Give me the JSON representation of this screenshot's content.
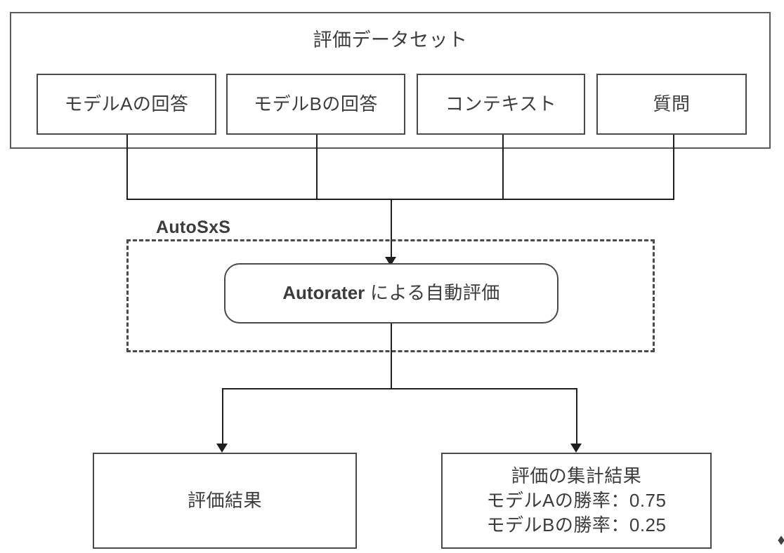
{
  "diagram": {
    "title": "評価データセット",
    "dataset_fields": [
      {
        "label": "モデルAの回答"
      },
      {
        "label": "モデルBの回答"
      },
      {
        "label": "コンテキスト"
      },
      {
        "label": "質問"
      }
    ],
    "group": {
      "label": "AutoSxS",
      "process": {
        "strong_text": "Autorater",
        "normal_text": " による自動評価"
      }
    },
    "results": [
      {
        "name": "evaluation-result",
        "lines": [
          "評価結果"
        ]
      },
      {
        "name": "aggregated-result",
        "lines": [
          "評価の集計結果",
          "モデルAの勝率：0.75",
          "モデルBの勝率：0.25"
        ]
      }
    ],
    "metrics": {
      "model_a_win_rate": 0.75,
      "model_b_win_rate": 0.25
    },
    "colors": {
      "stroke": "#4a4a4a",
      "connector": "#1f1f1f",
      "text": "#3c3c3c",
      "background": "#ffffff"
    }
  }
}
